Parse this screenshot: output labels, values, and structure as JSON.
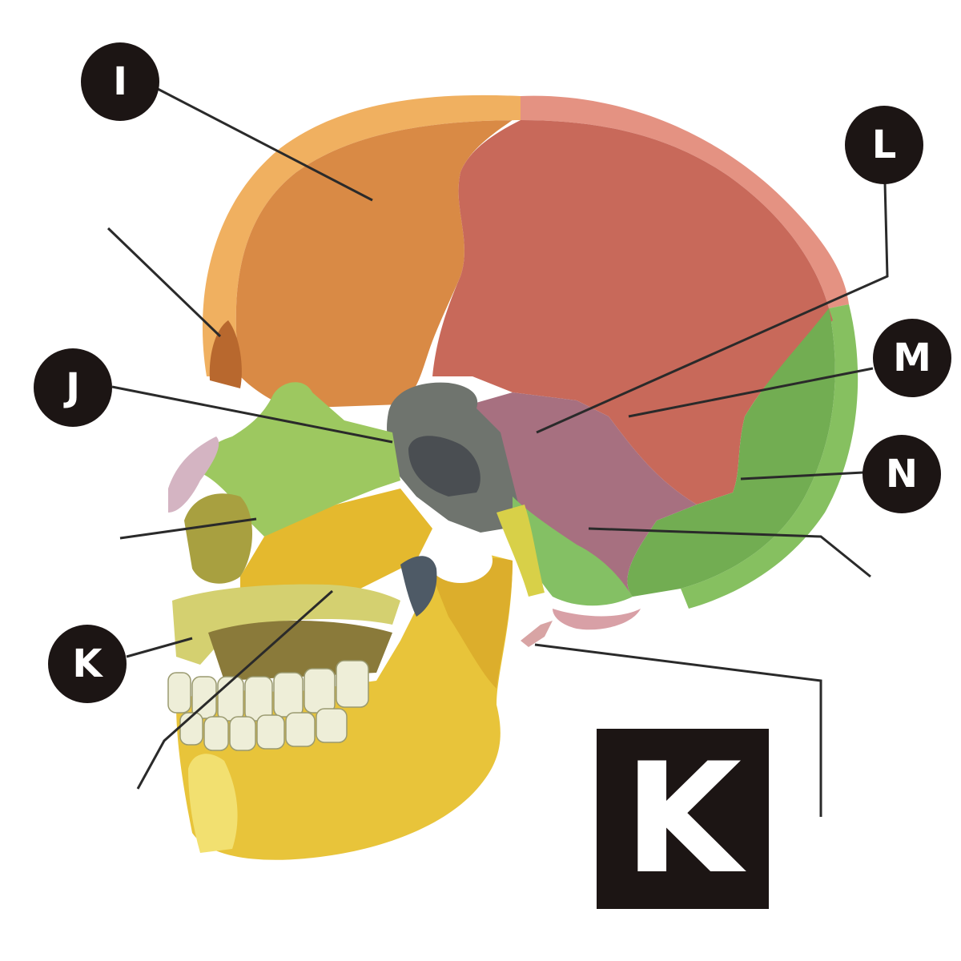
{
  "diagram": {
    "subject": "Skull, lateral view (sagittal section)",
    "labels": [
      {
        "id": "I",
        "text": "I"
      },
      {
        "id": "J",
        "text": "J"
      },
      {
        "id": "K",
        "text": "K"
      },
      {
        "id": "L",
        "text": "L"
      },
      {
        "id": "M",
        "text": "M"
      },
      {
        "id": "N",
        "text": "N"
      }
    ],
    "key_letter": "K",
    "colors": {
      "frontal": "#d98a45",
      "frontal_rim": "#f0b060",
      "parietal": "#c8695a",
      "parietal_rim": "#e08a78",
      "occipital": "#7dba5a",
      "temporal": "#a77080",
      "sphenoid": "#6b6e6a",
      "ethmoid_nasal": "#9dc860",
      "maxilla": "#e4b92e",
      "mandible": "#e8c43a",
      "teeth": "#f0f0dc",
      "label_bg": "#1c1514",
      "leader_line": "#2a2a2a"
    }
  }
}
